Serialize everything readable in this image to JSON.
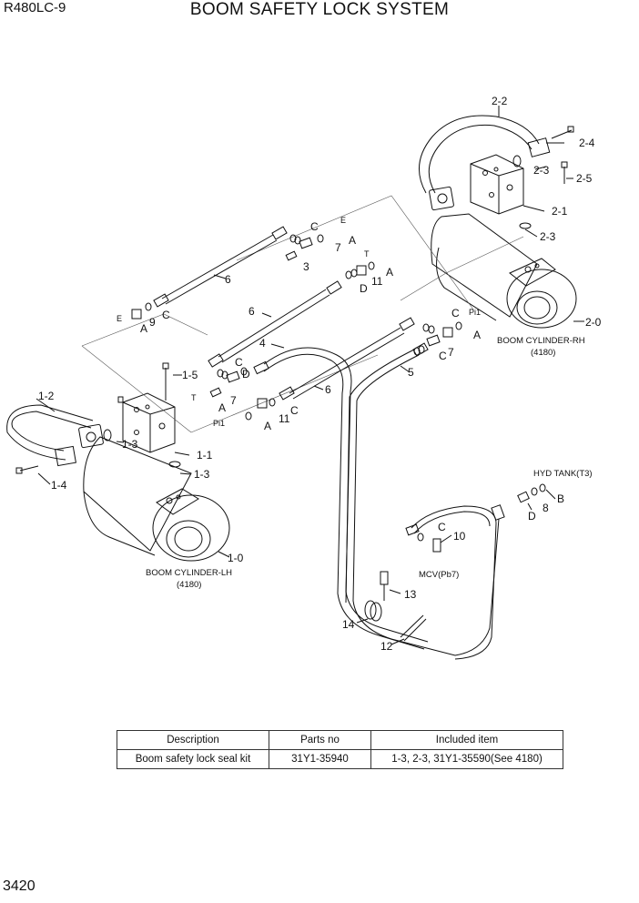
{
  "header": {
    "model": "R480LC-9",
    "title": "BOOM SAFETY LOCK SYSTEM"
  },
  "footer": {
    "page_number": "3420"
  },
  "callouts": {
    "c2_2": "2-2",
    "c2_4": "2-4",
    "c2_3a": "2-3",
    "c2_5": "2-5",
    "c2_1": "2-1",
    "c2_3b": "2-3",
    "c2_0": "2-0",
    "c6a": "6",
    "c6b": "6",
    "c6c": "6",
    "c4": "4",
    "c5": "5",
    "cCa": "C",
    "cCb": "C",
    "cCc": "C",
    "cCd": "C",
    "cCe": "C",
    "cCf": "C",
    "cCg": "C",
    "cAa": "A",
    "cAb": "A",
    "cAc": "A",
    "cAd": "A",
    "cAe": "A",
    "cAf": "A",
    "c7a": "7",
    "c7b": "7",
    "c7c": "7",
    "c3": "3",
    "c11a": "11",
    "c11b": "11",
    "c9": "9",
    "cDa": "D",
    "cDb": "D",
    "cDc": "D",
    "c8": "8",
    "cB": "B",
    "c10": "10",
    "c1_2": "1-2",
    "c1_3a": "1-3",
    "c1_5": "1-5",
    "c1_1": "1-1",
    "c1_3b": "1-3",
    "c1_4": "1-4",
    "c1_0": "1-0",
    "c13": "13",
    "c14": "14",
    "c12": "12",
    "pE1": "E",
    "pE2": "E",
    "pT1": "T",
    "pT2": "T",
    "pPi1": "Pi1",
    "pPi2": "Pi1"
  },
  "captions": {
    "cyl_rh": "BOOM CYLINDER-RH",
    "cyl_rh_ref": "(4180)",
    "cyl_lh": "BOOM CYLINDER-LH",
    "cyl_lh_ref": "(4180)",
    "hyd_tank": "HYD TANK(T3)",
    "mcv": "MCV(Pb7)"
  },
  "parts_table": {
    "headers": [
      "Description",
      "Parts no",
      "Included item"
    ],
    "rows": [
      [
        "Boom safety lock seal kit",
        "31Y1-35940",
        "1-3, 2-3, 31Y1-35590(See 4180)"
      ]
    ]
  }
}
